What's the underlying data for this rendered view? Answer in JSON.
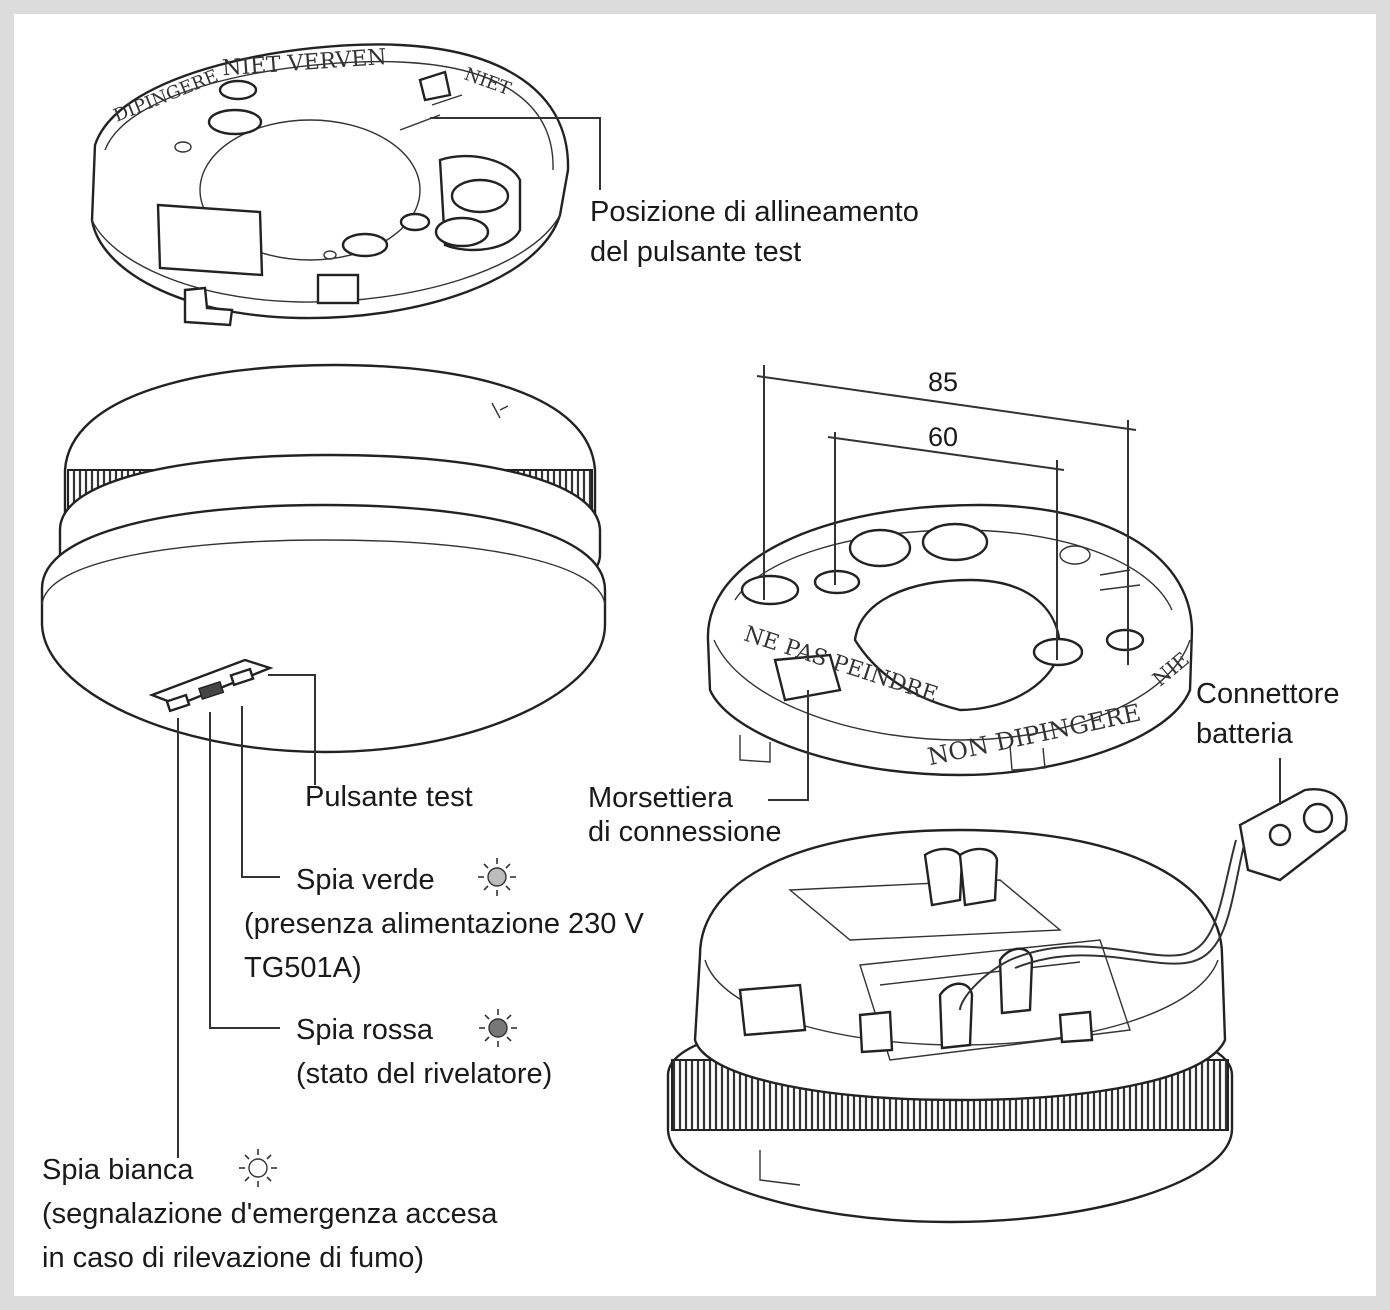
{
  "labels": {
    "alignment_line1": "Posizione di allineamento",
    "alignment_line2": "del pulsante test",
    "test_button": "Pulsante test",
    "green_led": "Spia verde",
    "green_led_desc_line1": "(presenza alimentazione 230 V",
    "green_led_desc_line2": "TG501A)",
    "red_led": "Spia rossa",
    "red_led_desc": "(stato del rivelatore)",
    "white_led": "Spia bianca",
    "white_led_desc_line1": "(segnalazione d'emergenza accesa",
    "white_led_desc_line2": "in caso di rilevazione di fumo)",
    "terminal_line1": "Morsettiera",
    "terminal_line2": "di connessione",
    "battery_line1": "Connettore",
    "battery_line2": "batteria",
    "dim_outer": "85",
    "dim_inner": "60"
  },
  "base_texts": {
    "top_base_1": "NIET VERVEN",
    "top_base_2": "DIPINGERE",
    "top_base_3": "NIET",
    "right_base_1": "NE PAS PEINDRE",
    "right_base_2": "NON DIPINGERE",
    "right_base_3": "NIE"
  },
  "colors": {
    "led_green": "#bdbdbd",
    "led_red": "#777777",
    "led_white": "#ffffff",
    "frame": "#dcdcdc"
  },
  "icons": {
    "led": "sun-icon"
  }
}
